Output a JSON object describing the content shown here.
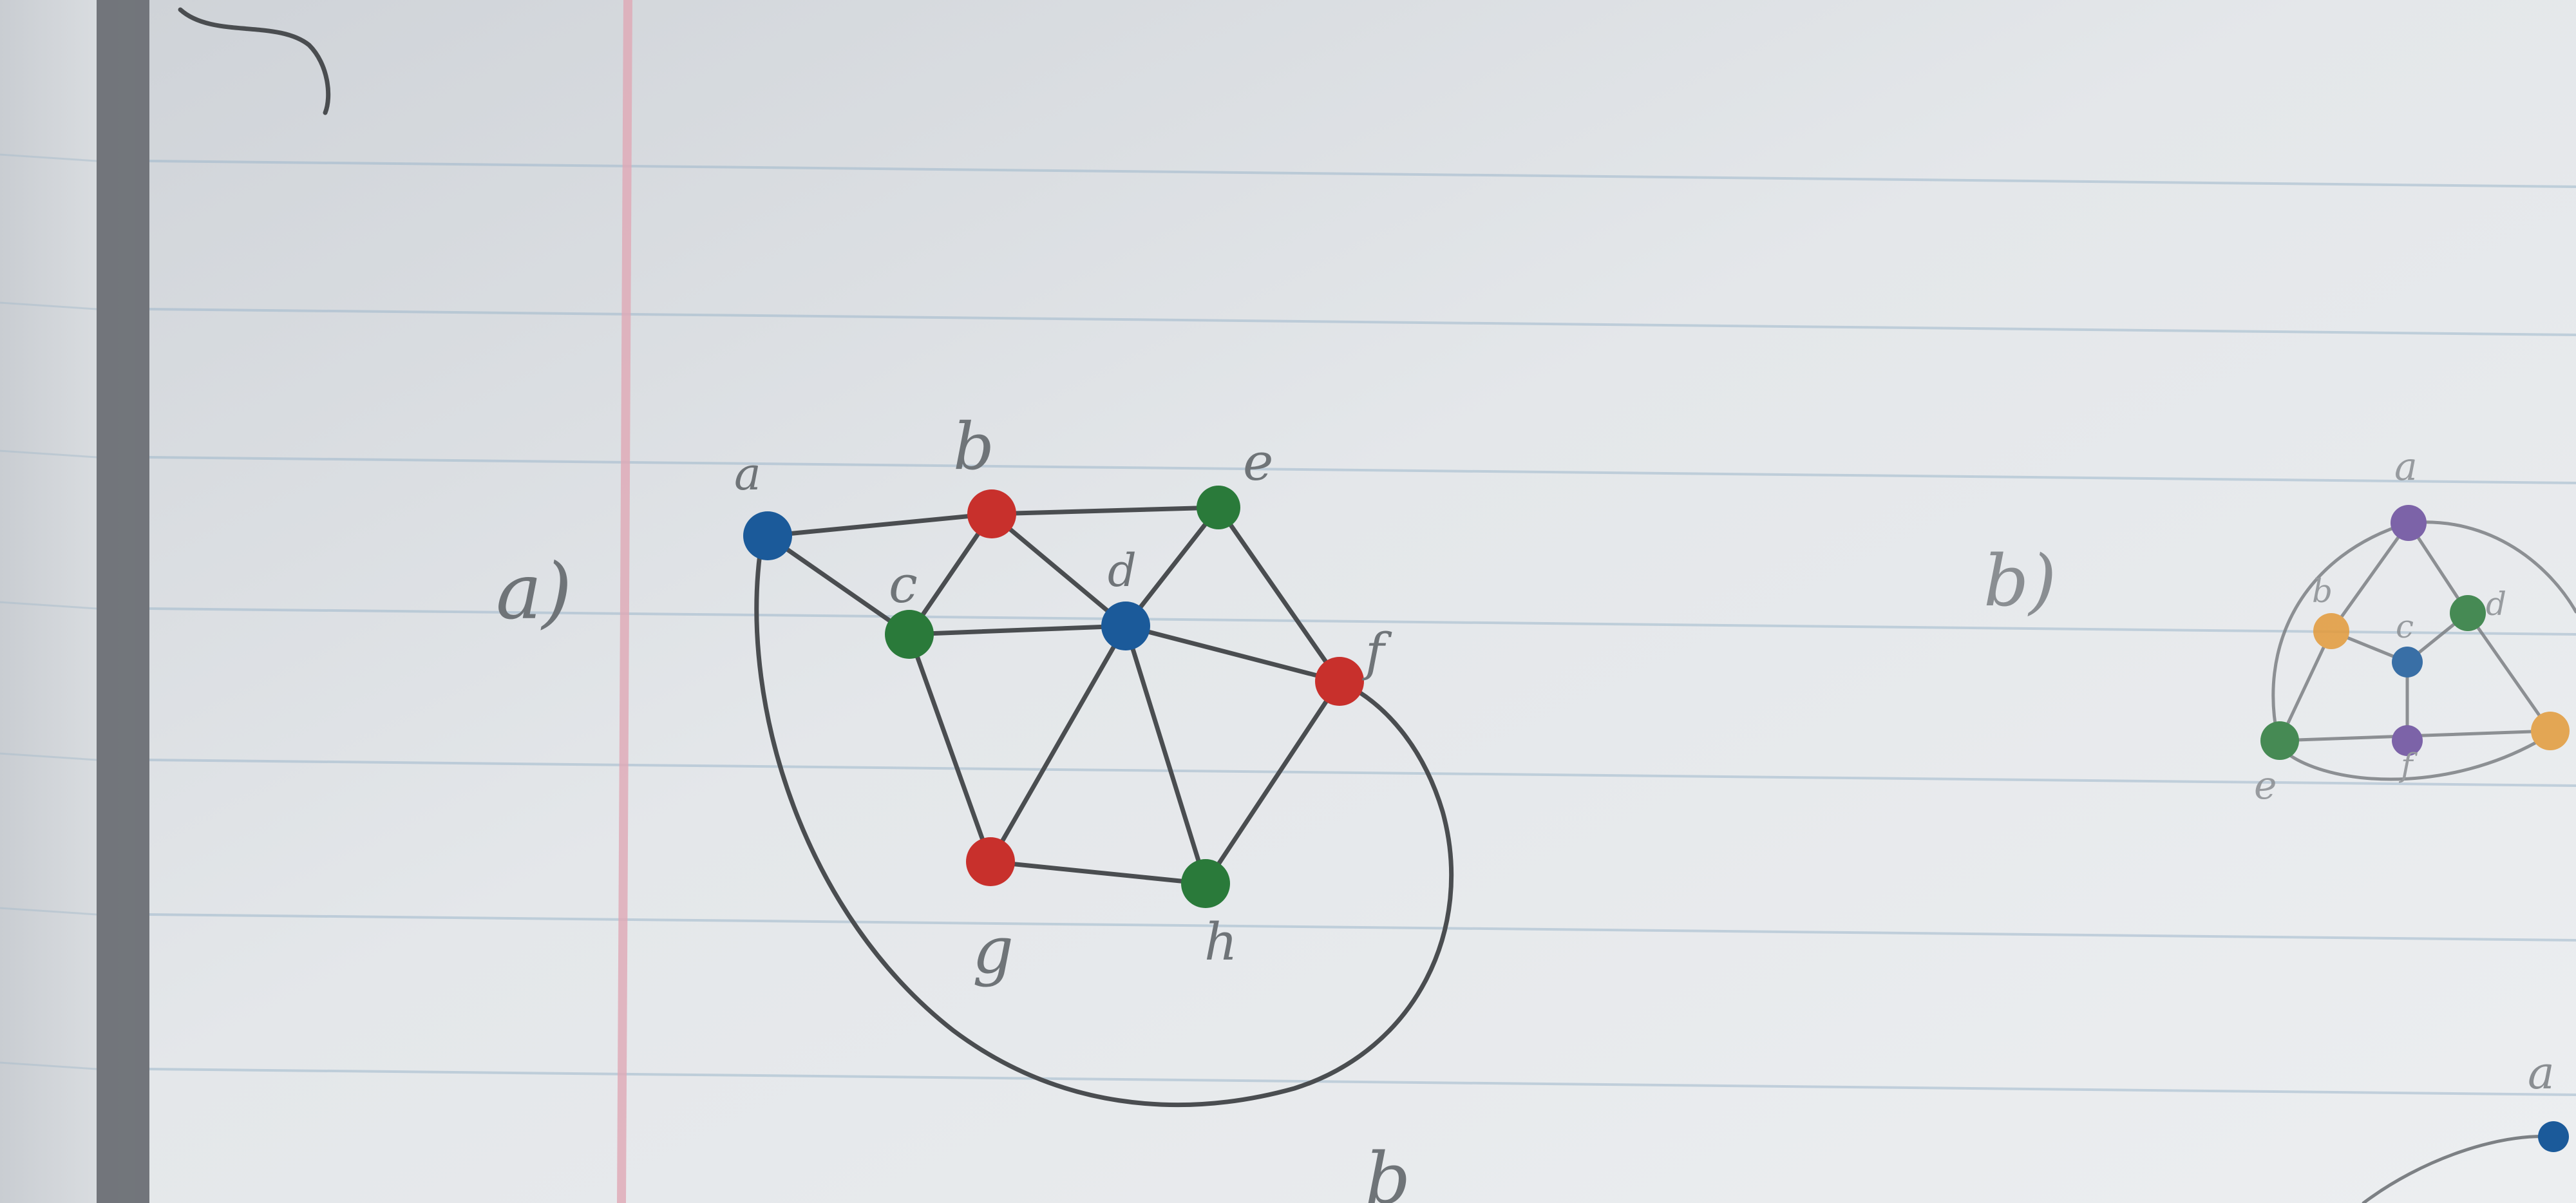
{
  "diagram_a": {
    "part_label": "a)",
    "nodes": [
      {
        "id": "a",
        "label": "a",
        "color": "#1b5a9a"
      },
      {
        "id": "b",
        "label": "b",
        "color": "#c8302c"
      },
      {
        "id": "c",
        "label": "c",
        "color": "#2a7a3a"
      },
      {
        "id": "d",
        "label": "d",
        "color": "#1b5a9a"
      },
      {
        "id": "e",
        "label": "e",
        "color": "#2a7a3a"
      },
      {
        "id": "f",
        "label": "f",
        "color": "#c8302c"
      },
      {
        "id": "g",
        "label": "g",
        "color": "#c8302c"
      },
      {
        "id": "h",
        "label": "h",
        "color": "#2a7a3a"
      }
    ],
    "edges": [
      [
        "a",
        "b"
      ],
      [
        "a",
        "c"
      ],
      [
        "b",
        "c"
      ],
      [
        "b",
        "d"
      ],
      [
        "b",
        "e"
      ],
      [
        "c",
        "d"
      ],
      [
        "c",
        "g"
      ],
      [
        "d",
        "e"
      ],
      [
        "d",
        "f"
      ],
      [
        "d",
        "g"
      ],
      [
        "d",
        "h"
      ],
      [
        "e",
        "f"
      ],
      [
        "f",
        "h"
      ],
      [
        "g",
        "h"
      ],
      [
        "a",
        "f"
      ]
    ]
  },
  "diagram_b": {
    "part_label": "b)",
    "nodes": [
      {
        "id": "a",
        "label": "a",
        "color": "#6a4c9c"
      },
      {
        "id": "b",
        "label": "b",
        "color": "#e39a3a"
      },
      {
        "id": "c",
        "label": "c",
        "color": "#1b5a9a"
      },
      {
        "id": "d",
        "label": "d",
        "color": "#2a7a3a"
      },
      {
        "id": "e",
        "label": "e",
        "color": "#2a7a3a"
      },
      {
        "id": "f",
        "label": "f",
        "color": "#6a4c9c"
      },
      {
        "id": "g",
        "label": "",
        "color": "#e39a3a"
      }
    ]
  },
  "partial_labels": [
    "b",
    "a"
  ]
}
